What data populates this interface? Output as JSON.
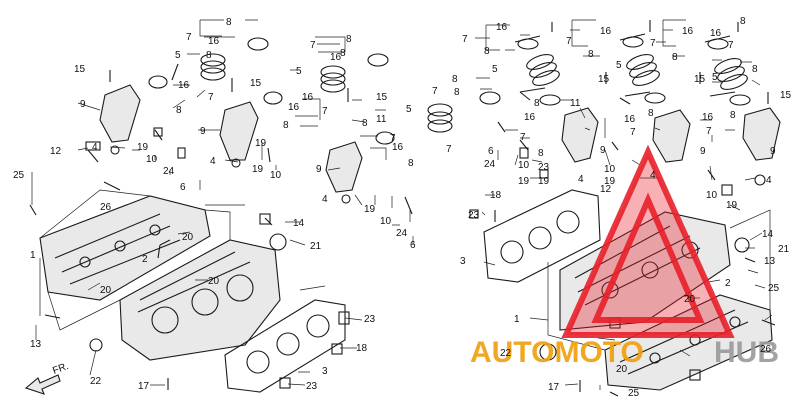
{
  "direction_label": "FR.",
  "watermark": {
    "text_left": "AUTOMOTO",
    "text_right": "HUB",
    "color_primary": "#f0a010",
    "color_secondary": "#e8202a"
  },
  "part_numbers": {
    "p1": "1",
    "p2": "2",
    "p3": "3",
    "p4": "4",
    "p5": "5",
    "p6": "6",
    "p7": "7",
    "p8": "8",
    "p9": "9",
    "p10": "10",
    "p11": "11",
    "p12": "12",
    "p13": "13",
    "p14": "14",
    "p15": "15",
    "p16": "16",
    "p17": "17",
    "p18": "18",
    "p19": "19",
    "p20": "20",
    "p21": "21",
    "p22": "22",
    "p23": "23",
    "p24": "24",
    "p25": "25",
    "p26": "26"
  },
  "colors": {
    "line": "#1a1a1a",
    "background": "#ffffff"
  }
}
